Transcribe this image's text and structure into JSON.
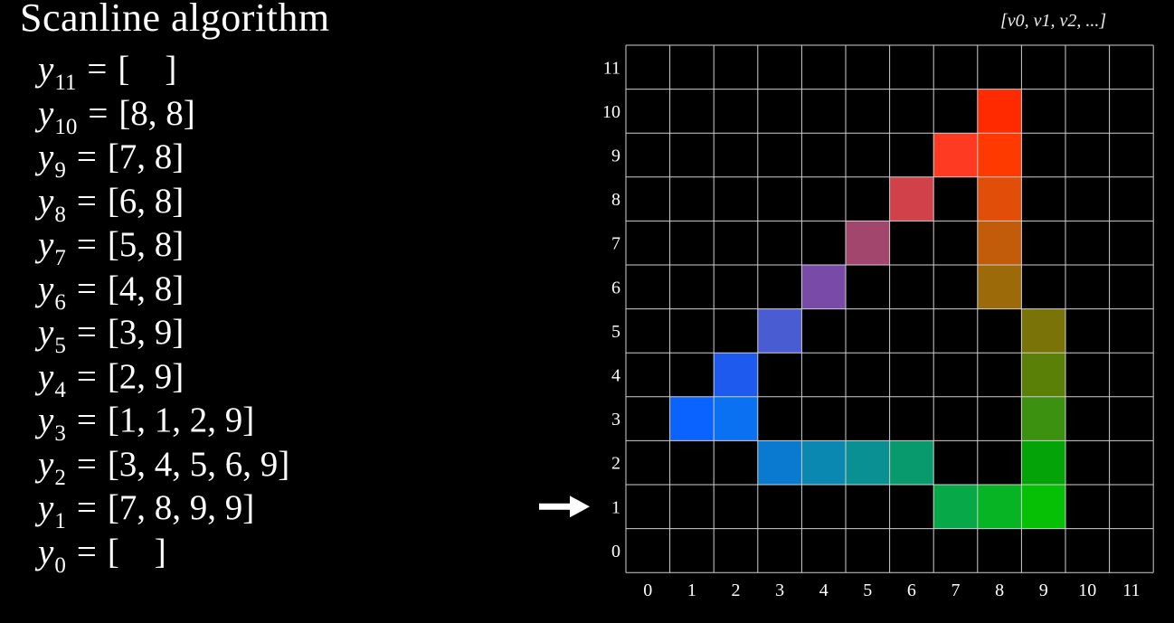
{
  "title": "Scanline algorithm",
  "vertex_list_label": "[v0, v1, v2, ...]",
  "scanlines": [
    {
      "sub": "11",
      "value": "[    ]"
    },
    {
      "sub": "10",
      "value": "[8, 8]"
    },
    {
      "sub": "9",
      "value": "[7, 8]"
    },
    {
      "sub": "8",
      "value": "[6, 8]"
    },
    {
      "sub": "7",
      "value": "[5, 8]"
    },
    {
      "sub": "6",
      "value": "[4, 8]"
    },
    {
      "sub": "5",
      "value": "[3, 9]"
    },
    {
      "sub": "4",
      "value": "[2, 9]"
    },
    {
      "sub": "3",
      "value": "[1, 1, 2, 9]"
    },
    {
      "sub": "2",
      "value": "[3, 4, 5, 6, 9]"
    },
    {
      "sub": "1",
      "value": "[7, 8, 9, 9]"
    },
    {
      "sub": "0",
      "value": "[    ]"
    }
  ],
  "grid": {
    "columns": 12,
    "rows": 12,
    "x_ticks": [
      "0",
      "1",
      "2",
      "3",
      "4",
      "5",
      "6",
      "7",
      "8",
      "9",
      "10",
      "11"
    ],
    "y_ticks": [
      "0",
      "1",
      "2",
      "3",
      "4",
      "5",
      "6",
      "7",
      "8",
      "9",
      "10",
      "11"
    ],
    "current_scanline": 1,
    "filled_cells": [
      {
        "x": 8,
        "y": 10,
        "color": "#ff2a00"
      },
      {
        "x": 7,
        "y": 9,
        "color": "#ff3a22"
      },
      {
        "x": 8,
        "y": 9,
        "color": "#ff3a00"
      },
      {
        "x": 6,
        "y": 8,
        "color": "#d0414a"
      },
      {
        "x": 8,
        "y": 8,
        "color": "#e04e0a"
      },
      {
        "x": 5,
        "y": 7,
        "color": "#a2466e"
      },
      {
        "x": 8,
        "y": 7,
        "color": "#c25c0a"
      },
      {
        "x": 4,
        "y": 6,
        "color": "#7a4aa8"
      },
      {
        "x": 8,
        "y": 6,
        "color": "#9c6a08"
      },
      {
        "x": 3,
        "y": 5,
        "color": "#4a5cd2"
      },
      {
        "x": 9,
        "y": 5,
        "color": "#7a7408"
      },
      {
        "x": 2,
        "y": 4,
        "color": "#1e5aee"
      },
      {
        "x": 9,
        "y": 4,
        "color": "#5a8008"
      },
      {
        "x": 1,
        "y": 3,
        "color": "#0a62ff"
      },
      {
        "x": 2,
        "y": 3,
        "color": "#0a72f2"
      },
      {
        "x": 9,
        "y": 3,
        "color": "#3c9210"
      },
      {
        "x": 3,
        "y": 2,
        "color": "#0a7ad0"
      },
      {
        "x": 4,
        "y": 2,
        "color": "#0a88b2"
      },
      {
        "x": 5,
        "y": 2,
        "color": "#089092"
      },
      {
        "x": 6,
        "y": 2,
        "color": "#089a6c"
      },
      {
        "x": 9,
        "y": 2,
        "color": "#04a408"
      },
      {
        "x": 7,
        "y": 1,
        "color": "#06a848"
      },
      {
        "x": 8,
        "y": 1,
        "color": "#06b424"
      },
      {
        "x": 9,
        "y": 1,
        "color": "#06c006"
      }
    ]
  }
}
